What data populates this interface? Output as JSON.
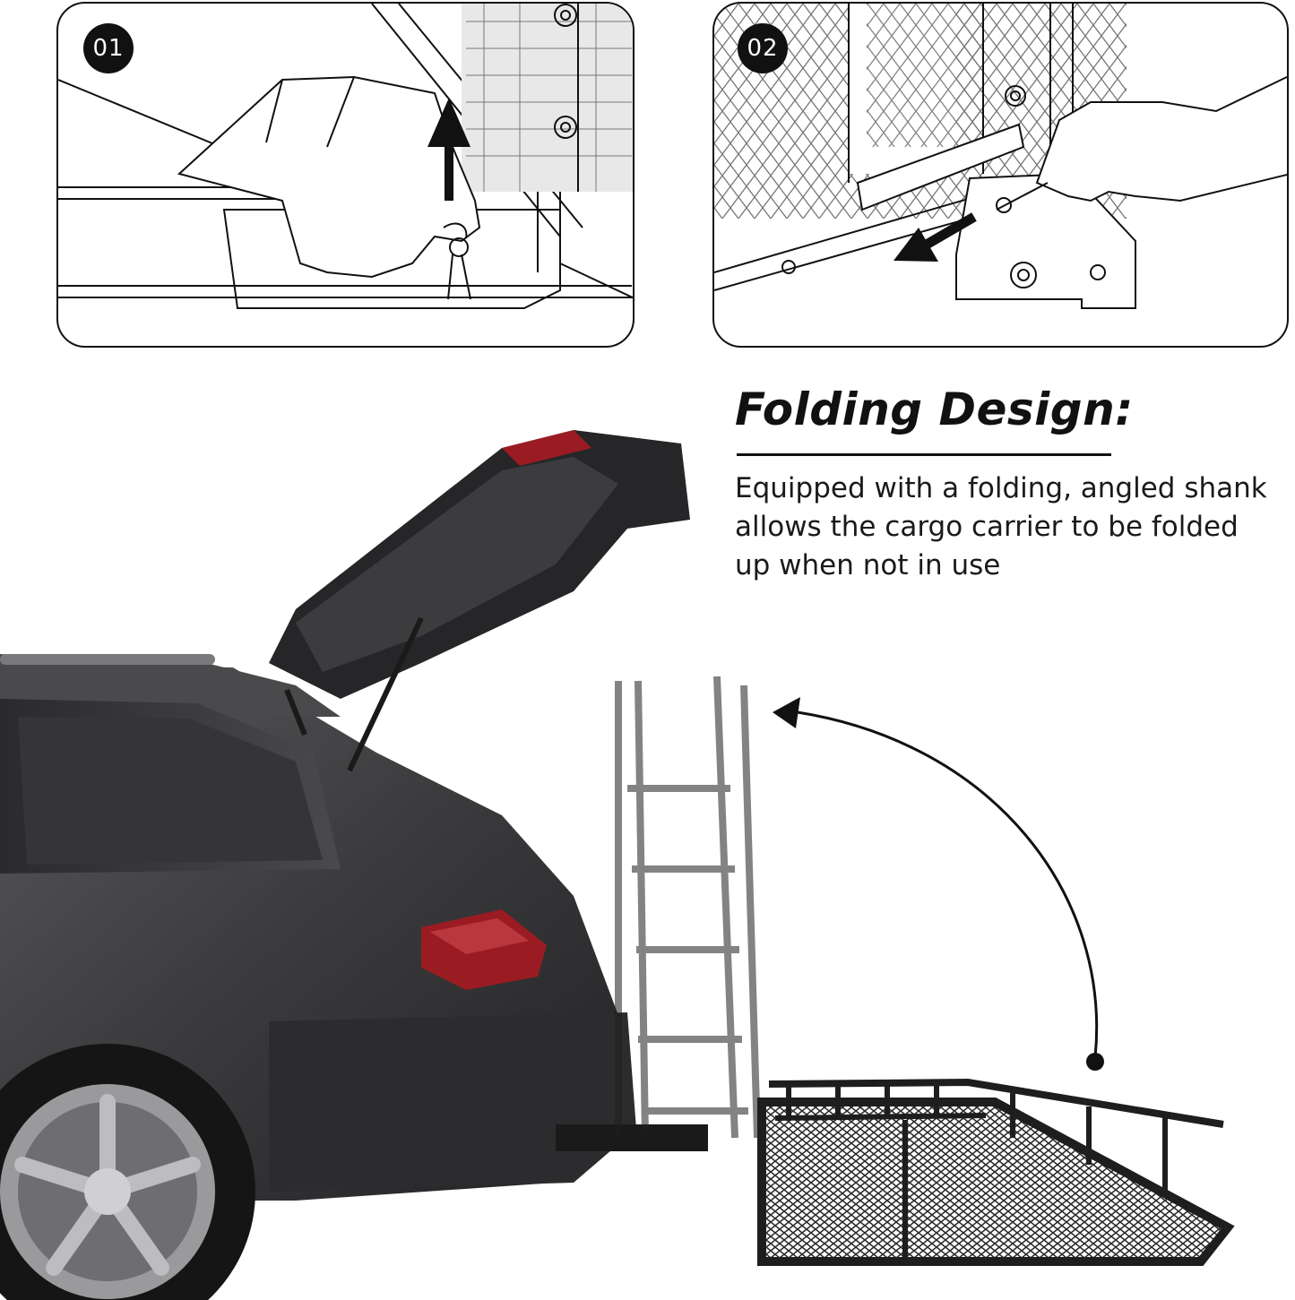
{
  "steps": [
    {
      "number": "01"
    },
    {
      "number": "02"
    }
  ],
  "feature": {
    "title": "Folding Design:",
    "description": "Equipped with a folding, angled shank allows the cargo carrier to be folded up when not in use"
  },
  "colors": {
    "outline": "#111111",
    "car_body": "#3b3b3d",
    "tail_light": "#9a1c22",
    "carrier": "#1e1e1e"
  },
  "icons": {
    "step1_arrow": "arrow-up-icon",
    "step2_arrow": "arrow-down-left-icon",
    "fold_arrow": "curved-fold-arrow-icon"
  }
}
